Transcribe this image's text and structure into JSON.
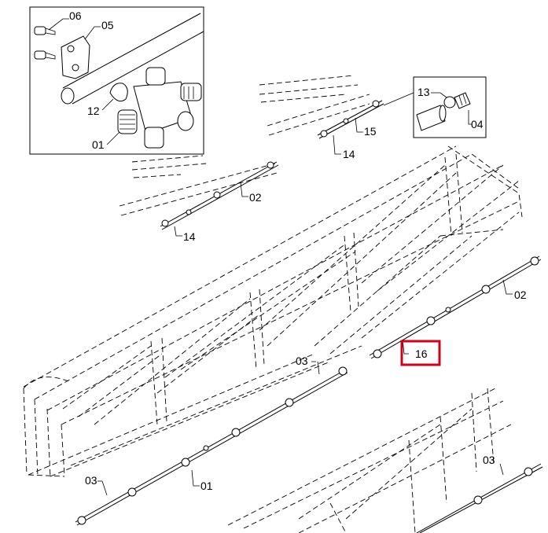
{
  "labels": {
    "inset": {
      "n06": "06",
      "n05": "05",
      "n12": "12",
      "n01": "01"
    },
    "inset_small": {
      "n13": "13",
      "n04": "04"
    },
    "main": {
      "n15": "15",
      "n14a": "14",
      "n02a": "02",
      "n14b": "14",
      "n02b": "02",
      "n16": "16",
      "n03a": "03",
      "n03b": "03",
      "n01": "01",
      "n03c": "03"
    }
  },
  "colors": {
    "highlight": "#d0021b",
    "ink": "#000000"
  }
}
